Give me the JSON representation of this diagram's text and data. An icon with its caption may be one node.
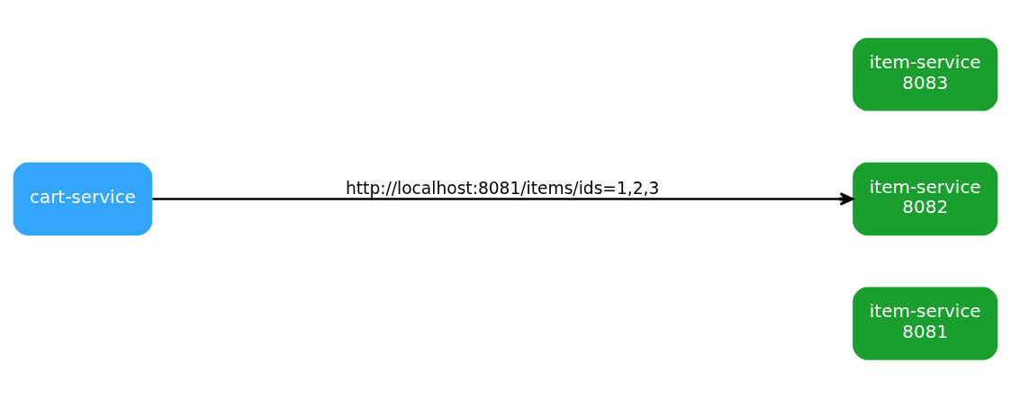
{
  "diagram": {
    "nodes": [
      {
        "text": [
          "item-service",
          "8081"
        ]
      },
      {
        "text": [
          "cart-service"
        ]
      },
      {
        "text": [
          "item-service",
          "8082"
        ]
      },
      {
        "text": [
          "item-service",
          "8083"
        ]
      }
    ],
    "edges": [
      {
        "from": 1,
        "to": 2,
        "arrow": "to",
        "label": "http://localhost:8081/items/ids=1,2,3"
      }
    ]
  }
}
